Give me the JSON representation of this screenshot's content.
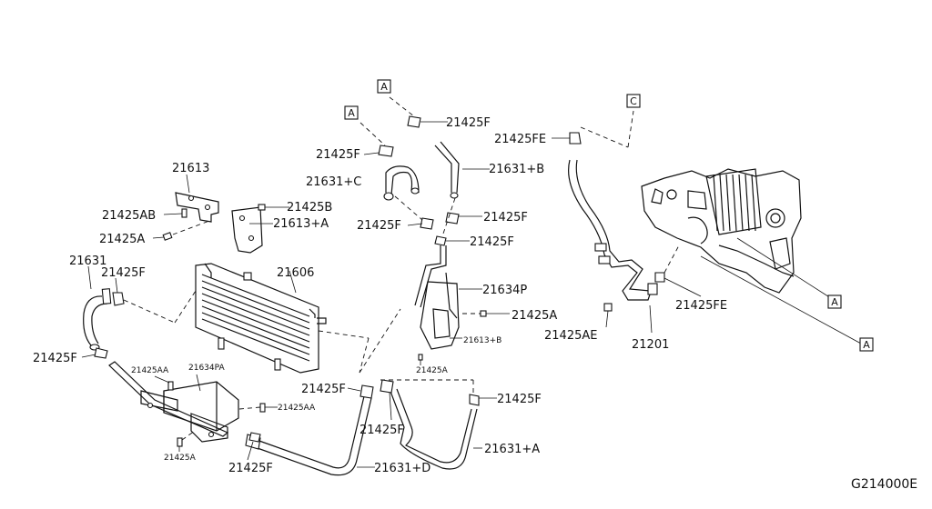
{
  "diagram_id": "G214000E",
  "labels": {
    "p21613": "21613",
    "p21425AB": "21425AB",
    "p21425A_left": "21425A",
    "p21425B": "21425B",
    "p21613A": "21613+A",
    "p21631": "21631",
    "p21425F_cooler": "21425F",
    "p21606": "21606",
    "p21425F_lowerleft": "21425F",
    "p21425AA_top": "21425AA",
    "p21634PA": "21634PA",
    "p21425AA_right": "21425AA",
    "p21425A_bottom": "21425A",
    "p21425F_bottom": "21425F",
    "p21425F_topA": "21425F",
    "p21631C": "21631+C",
    "p21425F_topB": "21425F",
    "p21631B": "21631+B",
    "p21425F_midleft": "21425F",
    "p21425F_midright": "21425F",
    "p21425F_center": "21425F",
    "p21634P": "21634P",
    "p21425A_center": "21425A",
    "p21613B": "21613+B",
    "p21425A_small": "21425A",
    "p21425F_hoseD": "21425F",
    "p21425F_hoseD2": "21425F",
    "p21631D": "21631+D",
    "p21425F_hoseA": "21425F",
    "p21631A": "21631+A",
    "p21425FE_top": "21425FE",
    "p21425FE_right": "21425FE",
    "p21425AE": "21425AE",
    "p21201": "21201"
  },
  "ref_boxes": {
    "a1": "A",
    "a2": "A",
    "c1": "C",
    "a3": "A",
    "a4": "A"
  }
}
